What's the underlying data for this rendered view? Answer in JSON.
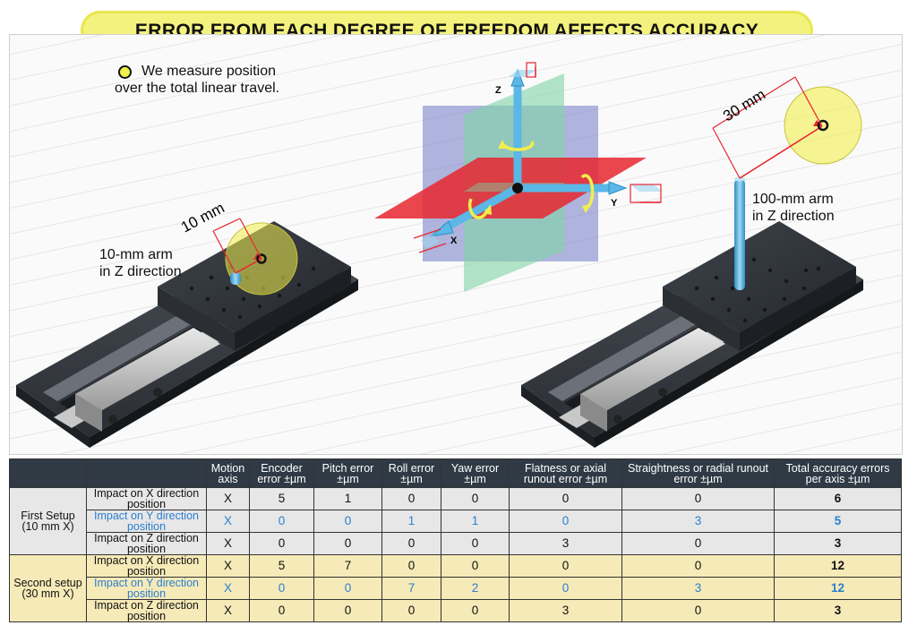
{
  "title": "ERROR FROM EACH DEGREE OF FREEDOM AFFECTS ACCURACY",
  "legend": {
    "line1": "We measure position",
    "line2": "over the total linear travel."
  },
  "left_stage": {
    "dimension": "10 mm",
    "arm_line1": "10-mm arm",
    "arm_line2": "in Z direction"
  },
  "right_stage": {
    "dimension": "30 mm",
    "arm_line1": "100-mm arm",
    "arm_line2": "in Z direction"
  },
  "axes": {
    "x": "X",
    "y": "Y",
    "z": "Z"
  },
  "colors": {
    "banner": "#f4f27e",
    "header": "#2f3a45",
    "first_bg": "#e7e7e7",
    "second_bg": "#f6eab8",
    "blue_text": "#2b7fd0",
    "plane_red": "#e8262f",
    "plane_blue": "#7b85c9",
    "plane_green": "#7fd3a6",
    "axis_cyan": "#5ab7e6"
  },
  "table": {
    "headers": [
      "",
      "",
      "Motion axis",
      "Encoder error ±µm",
      "Pitch error ±µm",
      "Roll error ±µm",
      "Yaw error ±µm",
      "Flatness or axial runout error ±µm",
      "Straightness or radial runout error ±µm",
      "Total accuracy errors per axis ±µm"
    ],
    "groups": [
      {
        "label": "First Setup (10 mm X)",
        "rows": [
          {
            "label": "Impact on X direction position",
            "axis": "X",
            "values": [
              "5",
              "1",
              "0",
              "0",
              "0",
              "0",
              "6"
            ]
          },
          {
            "label": "Impact on Y direction position",
            "axis": "X",
            "values": [
              "0",
              "0",
              "1",
              "1",
              "0",
              "3",
              "5"
            ]
          },
          {
            "label": "Impact on Z direction position",
            "axis": "X",
            "values": [
              "0",
              "0",
              "0",
              "0",
              "3",
              "0",
              "3"
            ]
          }
        ]
      },
      {
        "label": "Second setup (30 mm X)",
        "rows": [
          {
            "label": "Impact on X direction position",
            "axis": "X",
            "values": [
              "5",
              "7",
              "0",
              "0",
              "0",
              "0",
              "12"
            ]
          },
          {
            "label": "Impact on Y direction position",
            "axis": "X",
            "values": [
              "0",
              "0",
              "7",
              "2",
              "0",
              "3",
              "12"
            ]
          },
          {
            "label": "Impact on Z direction position",
            "axis": "X",
            "values": [
              "0",
              "0",
              "0",
              "0",
              "3",
              "0",
              "3"
            ]
          }
        ]
      }
    ]
  }
}
